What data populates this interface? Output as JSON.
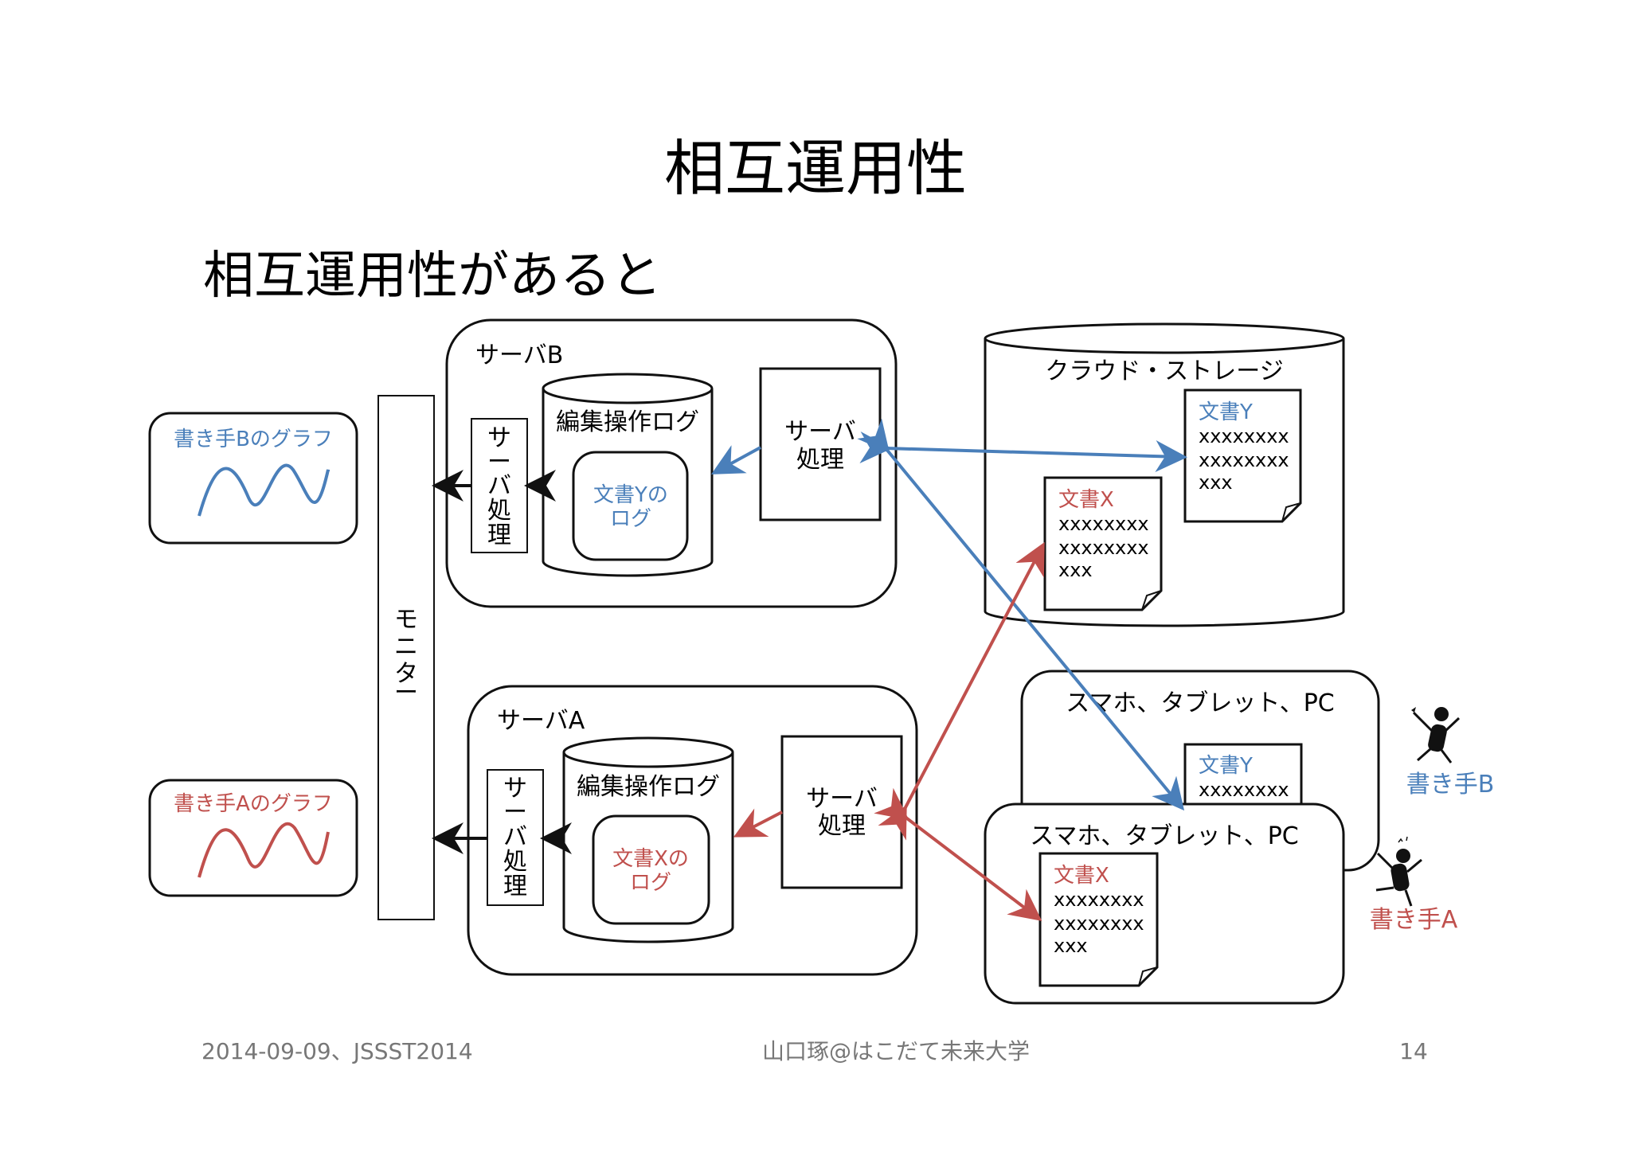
{
  "slide": {
    "title": "相互運用性",
    "subtitle": "相互運用性があると"
  },
  "server_b": {
    "label": "サーバB",
    "log_db": "編集操作ログ",
    "log_inner": [
      "文書Yの",
      "ログ"
    ],
    "process": [
      "サーバ",
      "処理"
    ],
    "side_process": [
      "サ",
      "ー",
      "バ",
      "処",
      "理"
    ]
  },
  "server_a": {
    "label": "サーバA",
    "log_db": "編集操作ログ",
    "log_inner": [
      "文書Xの",
      "ログ"
    ],
    "process": [
      "サーバ",
      "処理"
    ],
    "side_process": [
      "サ",
      "ー",
      "バ",
      "処",
      "理"
    ]
  },
  "monitor": {
    "label": [
      "モ",
      "ニ",
      "タ",
      "ー"
    ]
  },
  "graphs": {
    "writer_b": "書き手Bのグラフ",
    "writer_a": "書き手Aのグラフ"
  },
  "cloud": {
    "label": "クラウド・ストレージ",
    "doc_y": {
      "title": "文書Y",
      "lines": [
        "xxxxxxxx",
        "xxxxxxxx",
        "xxx"
      ]
    },
    "doc_x": {
      "title": "文書X",
      "lines": [
        "xxxxxxxx",
        "xxxxxxxx",
        "xxx"
      ]
    }
  },
  "device_b": {
    "label": "スマホ、タブレット、PC",
    "doc_y": {
      "title": "文書Y",
      "lines": [
        "xxxxxxxx"
      ]
    }
  },
  "device_a": {
    "label": "スマホ、タブレット、PC",
    "doc_x": {
      "title": "文書X",
      "lines": [
        "xxxxxxxx",
        "xxxxxxxx",
        "xxx"
      ]
    }
  },
  "writers": {
    "b": "書き手B",
    "a": "書き手A"
  },
  "footer": {
    "left": "2014-09-09、JSSST2014",
    "center": "山口琢@はこだて未来大学",
    "page": "14"
  },
  "colors": {
    "writer_b": "#4a7fba",
    "writer_a": "#c0504d",
    "footer": "#777777"
  }
}
